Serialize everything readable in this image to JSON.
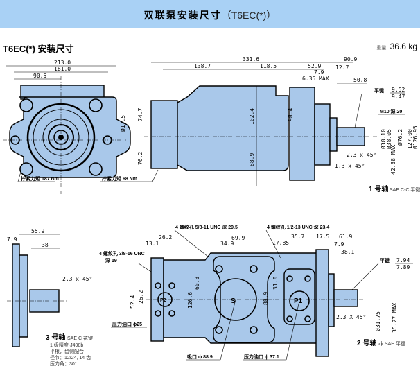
{
  "header": {
    "title_cn": "双联泵安装尺寸",
    "title_model": "（T6EC(*)）",
    "subtitle": "T6EC(*)  安装尺寸",
    "weight_label": "重量:",
    "weight_value": "36.6 kg"
  },
  "colors": {
    "banner": "#a9d1f5",
    "pump_body": "#a9c8ea",
    "outline": "#000000"
  },
  "front_view": {
    "dims": [
      "213.0",
      "181.0",
      "90.5",
      "Ø17.5",
      "74.7",
      "76.2"
    ],
    "torque_label": "拧紧力矩 187 Nm"
  },
  "side_view": {
    "dims": [
      "331.6",
      "138.7",
      "118.5",
      "102.4",
      "88.9",
      "98.4",
      "52.9",
      "12.7",
      "7.9",
      "6.35 MAX",
      "90.9",
      "50.8"
    ],
    "torque_label": "拧紧力矩 68 Nm"
  },
  "shaft1": {
    "key_label": "平键",
    "key_dim_top": "9.52",
    "key_dim_bottom": "9.47",
    "thread_label": "M10 深 20",
    "dims": [
      "Ø38.10",
      "Ø38.05",
      "Ø76.2",
      "127.00",
      "Ø126.95",
      "2.3 x 45°",
      "42.38 MAX",
      "1.3 x 45°"
    ],
    "name": "1 号轴",
    "desc": "SAE C-C 平键"
  },
  "shaft3": {
    "dims": [
      "55.9",
      "7.9",
      "38",
      "2.3 x 45°"
    ],
    "name": "3 号轴",
    "desc": "SAE C 花键",
    "notes": [
      "1 级精度-J498b",
      "平根，齿侧配合",
      "径节：12/24, 14 齿",
      "压力角：30°"
    ]
  },
  "top_view": {
    "thread_label_left": "4 螺纹孔 3/8-16 UNC",
    "thread_depth_left": "深 19",
    "thread_label_mid": "4 螺纹孔 5/8-11 UNC  深 29.5",
    "thread_label_right": "4 螺纹孔 1/2-13 UNC  深 23.4",
    "dims": [
      "13.1",
      "26.2",
      "69.9",
      "34.9",
      "52.4",
      "26.2",
      "126.6",
      "60.3",
      "88.9",
      "31.0",
      "17.85",
      "35.7",
      "17.5",
      "61.9",
      "7.9",
      "38.1"
    ],
    "port_p2_label": "P2",
    "port_s_label": "S",
    "port_p1_label": "P1",
    "outlet_small": "压力油口 ϕ25",
    "inlet": "吸口  ϕ 88.9",
    "outlet_large": "压力油口  ϕ 37.1"
  },
  "shaft2": {
    "key_label": "平键",
    "key_dim_top": "7.94",
    "key_dim_bottom": "7.89",
    "dims": [
      "2.3 X 45°",
      "Ø31.75",
      "35.27 MAX"
    ],
    "name": "2 号轴",
    "desc": "非 SAE 平键"
  }
}
